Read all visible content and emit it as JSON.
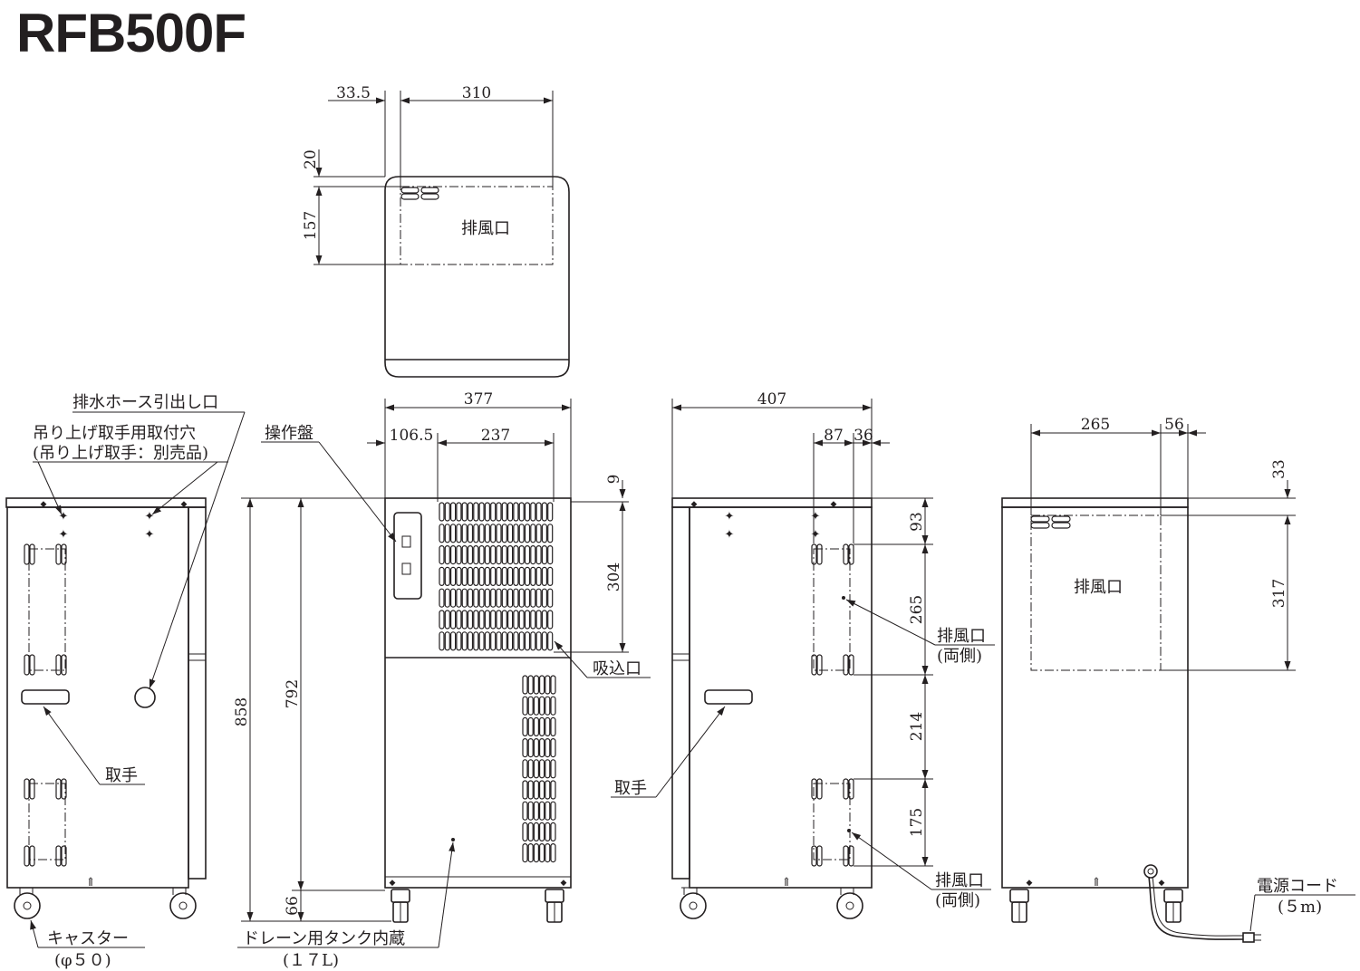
{
  "title": "RFB500F",
  "dimensions": {
    "top_left_offset": "33.5",
    "top_vent_width": "310",
    "top_vent_offset": "20",
    "top_vent_depth": "157",
    "front_width": "377",
    "front_panel_offset": "106.5",
    "front_grille_width": "237",
    "front_top_gap": "9",
    "front_grille_height": "304",
    "overall_height": "858",
    "body_height": "792",
    "caster_height": "66",
    "side_depth": "407",
    "side_vent_offset": "87",
    "side_vent_edge": "36",
    "side_top_gap": "93",
    "side_vent_upper": "265",
    "side_vent_between": "214",
    "side_vent_lower": "175",
    "rear_vent_width": "265",
    "rear_vent_edge": "56",
    "rear_top_gap": "33",
    "rear_vent_height": "317"
  },
  "labels": {
    "exhaust": "排風口",
    "drain_outlet": "排水ホース引出し口",
    "lift_holes": "吊り上げ取手用取付穴",
    "lift_note": "(吊り上げ取手：別売品)",
    "control_panel": "操作盤",
    "intake": "吸込口",
    "handle": "取手",
    "caster": "キャスター",
    "caster_size": "(φ５０)",
    "drain_tank": "ドレーン用タンク内蔵",
    "tank_size": "(１７L)",
    "side_exhaust": "排風口",
    "both_sides": "(両側)",
    "power_cord": "電源コード",
    "cord_length": "(５m)"
  }
}
